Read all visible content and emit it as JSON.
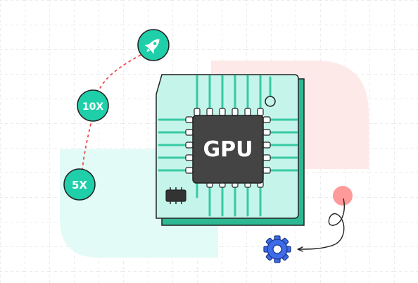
{
  "chip": {
    "label": "GPU"
  },
  "milestones": [
    {
      "label": "5X",
      "icon": ""
    },
    {
      "label": "10X",
      "icon": ""
    },
    {
      "label": "",
      "icon": "rocket-icon"
    }
  ],
  "gear": {
    "icon": "gear-icon"
  },
  "colors": {
    "teal": "#1fcfaa",
    "mint_bg": "#e2fbf6",
    "pink_bg": "#fde9e8",
    "board": "#c5f5ea",
    "trace": "#38c9a3",
    "die": "#444444",
    "dot": "#ff9a9a",
    "gear": "#3d6bea",
    "path": "#f24a4a"
  }
}
